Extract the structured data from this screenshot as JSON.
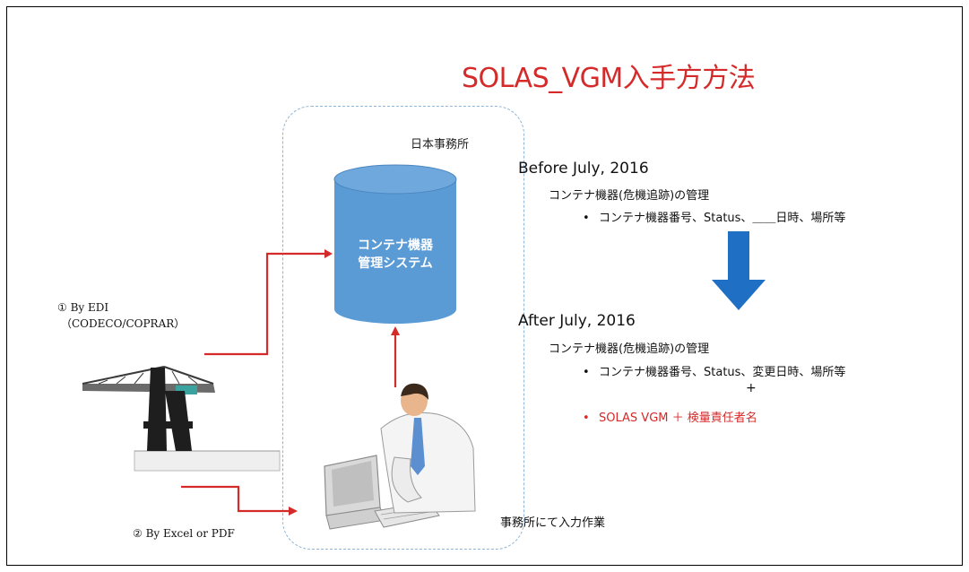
{
  "title": "SOLAS_VGM入手方方法",
  "office": {
    "label": "日本事務所"
  },
  "database": {
    "line1": "コンテナ機器",
    "line2": "管理システム"
  },
  "before": {
    "heading": "Before July, 2016",
    "subheading": "コンテナ機器(危機追跡)の管理",
    "bullet_mark": "•",
    "bullet": "コンテナ機器番号、Status、＿＿日時、場所等"
  },
  "after": {
    "heading": "After July, 2016",
    "subheading": "コンテナ機器(危機追跡)の管理",
    "bullet1_mark": "•",
    "bullet1": "コンテナ機器番号、Status、変更日時、場所等",
    "plus": "+",
    "bullet2_mark": "•",
    "bullet2": "SOLAS  VGM  ＋  検量責任者名"
  },
  "inputs": {
    "edi_line1": "①   By EDI",
    "edi_line2": "（CODECO/COPRAR）",
    "excel": "②   By Excel or PDF"
  },
  "work_label": "事務所にて入力作業",
  "colors": {
    "title": "#d42a2a",
    "arrows": "#d42a2a",
    "database": "#5b9bd5",
    "big_arrow": "#1f6fc4",
    "dashed_box": "#8fb4d6"
  },
  "icons": [
    "crane-icon",
    "office-worker-icon",
    "database-icon",
    "down-arrow-icon"
  ]
}
